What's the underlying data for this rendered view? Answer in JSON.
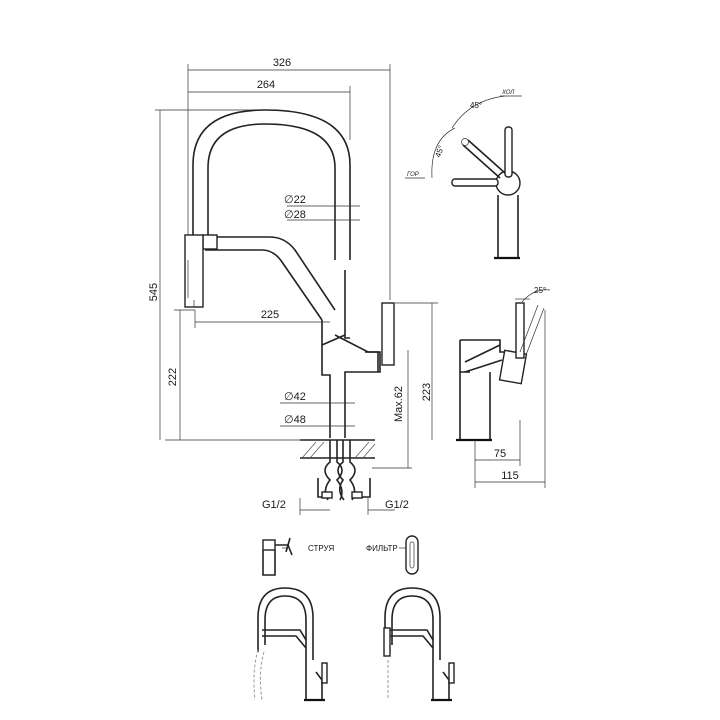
{
  "dimensions": {
    "overall_reach": "326",
    "spout_reach": "264",
    "height_total": "545",
    "hose_dia_inner": "∅22",
    "hose_dia_outer": "∅28",
    "spray_offset": "225",
    "spout_height": "222",
    "body_dia_inner": "∅42",
    "body_dia_outer": "∅48",
    "max_deck": "Max.62",
    "body_height": "223",
    "thread_left": "G1/2",
    "thread_right": "G1/2",
    "side_depth_inner": "75",
    "side_depth_outer": "115"
  },
  "angles": {
    "cold_angle": "45°",
    "hot_angle": "45°",
    "lever_tilt": "25°"
  },
  "labels": {
    "cold": "ХОЛ",
    "hot": "ГОР",
    "jet_mode": "СТРУЯ",
    "filter_mode": "ФИЛЬТР"
  }
}
